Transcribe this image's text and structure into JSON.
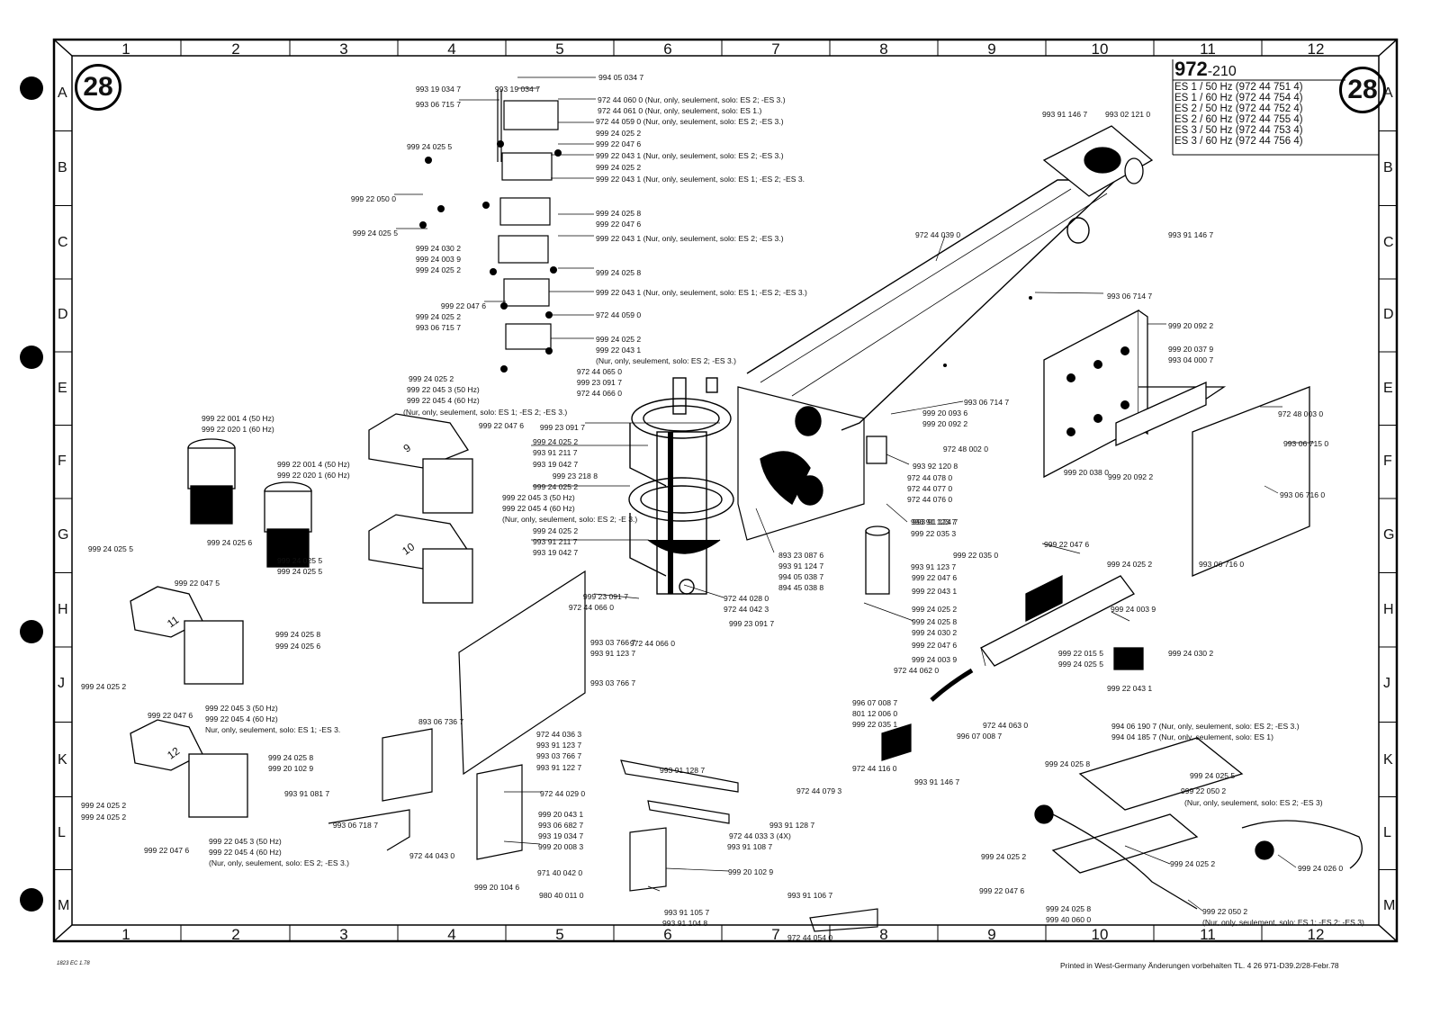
{
  "sheet_number": "28",
  "title": {
    "main": "972",
    "sub": "-210"
  },
  "variants": [
    "ES 1 / 50 Hz (972 44 751 4)",
    "ES 1 / 60 Hz (972 44 754 4)",
    "ES 2 / 50 Hz (972 44 752 4)",
    "ES 2 / 60 Hz (972 44 755 4)",
    "ES 3 / 50 Hz (972 44 753 4)",
    "ES 3 / 60 Hz (972 44 756 4)"
  ],
  "columns": [
    "1",
    "2",
    "3",
    "4",
    "5",
    "6",
    "7",
    "8",
    "9",
    "10",
    "11",
    "12"
  ],
  "rows": [
    "A",
    "B",
    "C",
    "D",
    "E",
    "F",
    "G",
    "H",
    "J",
    "K",
    "L",
    "M"
  ],
  "footer": "Printed in West-Germany   Änderungen vorbehalten   TL. 4 26 971-D39.2/28-Febr.78",
  "stamp": "1823 EC 1.78",
  "callouts": [
    "994 05 034 7",
    "993 19 034 7",
    "993 19 034 7",
    "993 06 715 7",
    "972 44 060 0 (Nur, only, seulement, solo: ES 2; -ES 3.)",
    "972 44 061 0 (Nur, only, seulement, solo: ES 1.)",
    "972 44 059 0 (Nur, only, seulement, solo: ES 2; -ES 3.)",
    "999 24 025 2",
    "999 22 047 6",
    "999 22 043 1 (Nur, only, seulement, solo: ES 2; -ES 3.)",
    "999 24 025 2",
    "999 22 043 1 (Nur, only, seulement, solo: ES 1; -ES 2; -ES 3.",
    "999 24 025 5",
    "999 22 050 0",
    "999 24 025 5",
    "999 24 025 8",
    "999 22 047 6",
    "999 22 043 1 (Nur, only, seulement, solo: ES 2; -ES 3.)",
    "999 24 030 2",
    "999 24 003 9",
    "999 24 025 2",
    "999 24 025 8",
    "999 22 043 1 (Nur, only, seulement, solo: ES 1; -ES 2; -ES 3.)",
    "999 22 047 6",
    "999 24 025 2",
    "993 06 715 7",
    "972 44 059 0",
    "999 24 025 2",
    "999 22 043 1",
    "(Nur, only, seulement, solo: ES 2; -ES 3.)",
    "993 91 146 7",
    "993 02 121 0",
    "993 91 146 7",
    "972 44 039 0",
    "993 06 714 7",
    "999 20 092 2",
    "999 20 037 9",
    "993 04 000 7",
    "999 24 025 2",
    "999 22 045 3 (50 Hz)",
    "999 22 045 4 (60 Hz)",
    "(Nur, only, seulement, solo: ES 1; -ES 2; -ES 3.)",
    "972 44 065 0",
    "999 23 091 7",
    "972 44 066 0",
    "999 22 047 6",
    "999 23 091 7",
    "999 24 025 2",
    "993 91 211 7",
    "993 19 042 7",
    "999 23 218 8",
    "999 24 025 2",
    "999 22 045 3 (50 Hz)",
    "999 22 045 4 (60 Hz)",
    "(Nur, only, seulement, solo: ES 2; -E 3.)",
    "999 24 025 2",
    "993 91 211 7",
    "993 19 042 7",
    "999 22 001 4 (50 Hz)",
    "999 22 020 1 (60 Hz)",
    "999 22 001 4 (50 Hz)",
    "999 22 020 1 (60 Hz)",
    "999 24 025 5",
    "999 24 025 6",
    "999 22 047 5",
    "999 24 025 5",
    "999 24 025 5",
    "993 06 714 7",
    "999 20 093 6",
    "999 20 092 2",
    "993 92 120 8",
    "972 44 078 0",
    "972 44 077 0",
    "972 44 076 0",
    "999 20 092 2",
    "999 20 038 0",
    "993 06 715 0",
    "972 48 003 0",
    "993 06 716 0",
    "993 06 716 0",
    "993 91 124 7",
    "972 48 002 0",
    "893 23 087 6",
    "993 91 124 7",
    "994 05 038 7",
    "894 45 038 8",
    "993 91 123 7",
    "999 22 035 3",
    "999 22 035 0",
    "999 22 047 6",
    "993 91 123 7",
    "999 22 047 6",
    "999 24 025 2",
    "999 22 043 1",
    "999 24 025 2",
    "999 24 025 8",
    "999 24 030 2",
    "999 22 047 6",
    "999 24 003 9",
    "999 24 003 9",
    "999 24 030 2",
    "999 22 015 5",
    "999 24 025 5",
    "999 22 043 1",
    "999 23 091 7",
    "972 44 066 0",
    "993 03 766 7",
    "993 91 123 7",
    "972 44 066 0",
    "972 44 028 0",
    "972 44 042 3",
    "999 23 091 7",
    "993 03 766 7",
    "999 24 025 8",
    "999 24 025 6",
    "999 24 025 2",
    "999 22 047 6",
    "999 22 045 3 (50 Hz)",
    "999 22 045 4 (60 Hz)",
    "Nur, only, seulement, solo: ES 1; -ES 3.",
    "893 06 736 7",
    "972 44 036 3",
    "993 91 123 7",
    "993 03 766 7",
    "993 91 122 7",
    "972 44 062 0",
    "996 07 008 7",
    "801 12 006 0",
    "999 22 035 1",
    "972 44 063 0",
    "996 07 008 7",
    "972 44 116 0",
    "993 91 146 7",
    "994 06 190 7 (Nur, only, seulement, solo: ES 2; -ES 3.)",
    "994 04 185 7 (Nur, only, seulement, solo: ES 1)",
    "999 24 025 8",
    "999 24 025 5",
    "999 22 050 2",
    "(Nur, only, seulement, solo: ES 2; -ES 3)",
    "999 24 025 8",
    "999 20 102 9",
    "993 91 081 7",
    "993 06 718 7",
    "972 44 043 0",
    "999 24 025 2",
    "999 24 025 2",
    "999 22 047 6",
    "999 22 045 3 (50 Hz)",
    "999 22 045 4 (60 Hz)",
    "(Nur, only, seulement, solo: ES 2; -ES 3.)",
    "972 44 029 0",
    "999 20 043 1",
    "993 06 682 7",
    "993 19 034 7",
    "999 20 008 3",
    "999 20 104 6",
    "993 91 128 7",
    "972 44 079 3",
    "993 91 128 7",
    "972 44 033 3 (4X)",
    "993 91 108 7",
    "971 40 042 0",
    "999 20 102 9",
    "980 40 011 0",
    "993 91 105 7",
    "993 91 104 8",
    "993 91 106 7",
    "972 44 054 0",
    "999 24 025 2",
    "999 22 047 6",
    "999 24 025 2",
    "999 24 026 0",
    "999 24 025 8",
    "999 40 060 0",
    "999 22 050 2",
    "(Nur, only, seulement, solo: ES 1; -ES 2; -ES 3)"
  ],
  "part_numbers": [
    "9",
    "10",
    "11",
    "12"
  ]
}
